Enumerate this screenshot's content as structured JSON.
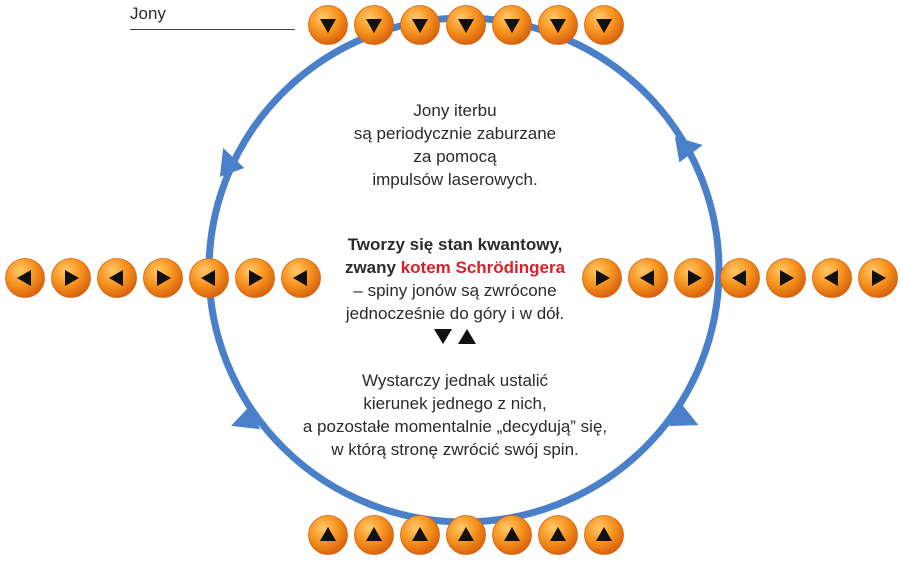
{
  "label": "Jony",
  "colors": {
    "cycle": "#4a7fc9",
    "ion_light": "#ffc96a",
    "ion_mid": "#f7931e",
    "ion_dark": "#d9640f",
    "spin_arrow": "#111111",
    "highlight": "#d8202a"
  },
  "text_top": [
    "Jony iterbu",
    "są periodycznie zaburzane",
    "za pomocą",
    "impulsów laserowych."
  ],
  "text_middle": {
    "line1": "Tworzy się stan kwantowy,",
    "line2_prefix": "zwany ",
    "line2_highlight": "kotem Schrödingera",
    "line3": "– spiny jonów są zwrócone",
    "line4": "jednocześnie do góry i w dół."
  },
  "text_bottom": [
    "Wystarczy jednak ustalić",
    "kierunek jednego z nich,",
    "a pozostałe momentalnie „decydują” się,",
    "w którą stronę zwrócić swój spin."
  ],
  "ion_rows": [
    {
      "name": "top",
      "spins": [
        "down",
        "down",
        "down",
        "down",
        "down",
        "down",
        "down"
      ]
    },
    {
      "name": "left",
      "spins": [
        "left",
        "right",
        "left",
        "right",
        "left",
        "right",
        "left"
      ]
    },
    {
      "name": "right",
      "spins": [
        "right",
        "left",
        "right",
        "left",
        "right",
        "left",
        "right"
      ]
    },
    {
      "name": "bottom",
      "spins": [
        "up",
        "up",
        "up",
        "up",
        "up",
        "up",
        "up"
      ]
    }
  ]
}
